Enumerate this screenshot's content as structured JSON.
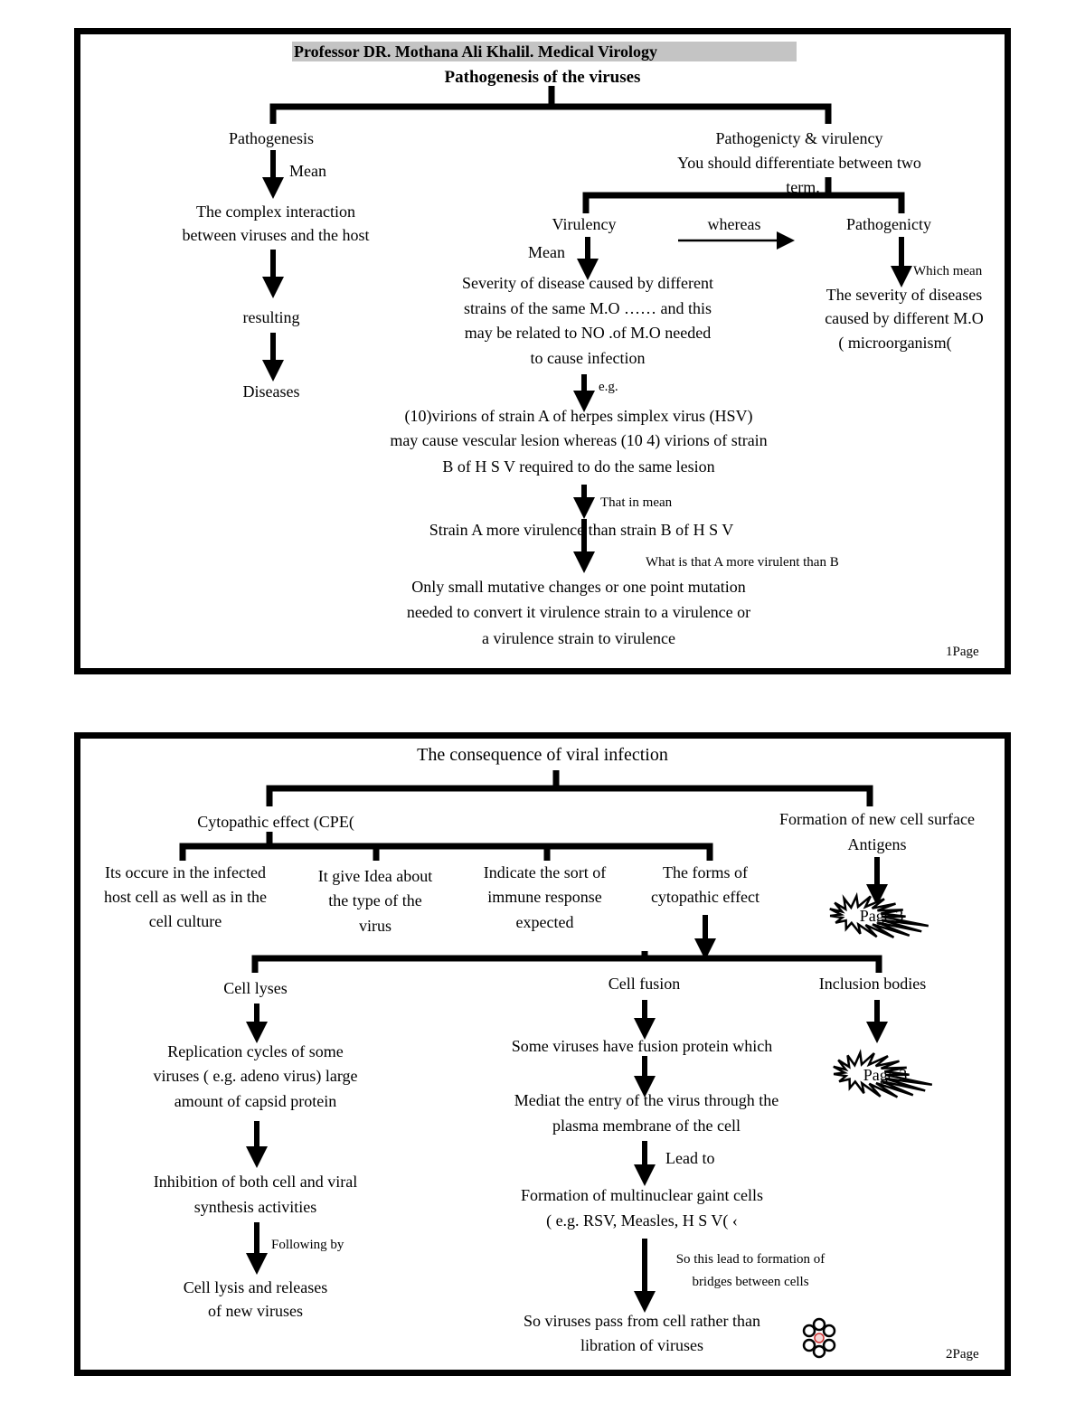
{
  "page1": {
    "header": "Professor DR. Mothana Ali Khalil. Medical Virology",
    "title": "Pathogenesis of the viruses",
    "pathogenesis": {
      "label": "Pathogenesis",
      "mean": "Mean",
      "interaction": [
        "The complex interaction",
        "between viruses and the host"
      ],
      "resulting": "resulting",
      "diseases": "Diseases"
    },
    "right": {
      "label": "Pathogenicty & virulency",
      "differentiate": [
        "You should differentiate between two",
        "term."
      ],
      "virulency": "Virulency",
      "whereas": "whereas",
      "pathogenicty": "Pathogenicty",
      "mean": "Mean",
      "which_mean": "Which mean",
      "severity_def": [
        "Severity of disease caused by different",
        "strains of the same M.O …… and this",
        "may be related to NO .of M.O needed",
        "to cause infection"
      ],
      "path_def": [
        "The severity of diseases",
        "caused by different M.O",
        "( microorganism("
      ],
      "eg": "e.g.",
      "example": [
        "(10)virions of strain A of herpes simplex virus (HSV)",
        "may cause vescular lesion whereas (10 4) virions of strain",
        "B of H S V required to do the same lesion"
      ],
      "that_in_mean": "That in mean",
      "strain_a": "Strain A more virulence than strain B of H S V",
      "what_is": "What is that A more virulent than B",
      "conclusion": [
        "Only small mutative changes or one point mutation",
        "needed to convert it virulence strain to a virulence or",
        "a virulence strain to virulence"
      ]
    },
    "page_no": "1Page"
  },
  "page2": {
    "title": "The consequence of viral infection",
    "cpe": "Cytopathic effect (CPE(",
    "surface": [
      "Formation of new cell surface",
      "Antigens"
    ],
    "occurs": [
      "Its occure in the infected",
      "host cell as well as in the",
      "cell culture"
    ],
    "idea": [
      "It give Idea about",
      "the type of the",
      "virus"
    ],
    "indicate": [
      "Indicate the sort of",
      "immune response",
      "expected"
    ],
    "forms": [
      "The forms of",
      "cytopathic effect"
    ],
    "page3_a": "Page 3",
    "lyses": "Cell lyses",
    "fusion": "Cell fusion",
    "inclusion": "Inclusion bodies",
    "page3_b": "Page 3",
    "replication": [
      "Replication cycles of some",
      "viruses ( e.g. adeno virus) large",
      "amount of capsid protein"
    ],
    "inhibition": [
      "Inhibition of both cell and viral",
      "synthesis activities"
    ],
    "following": "Following by",
    "lysis": [
      "Cell lysis and releases",
      "of new viruses"
    ],
    "fusion_protein": "Some viruses have fusion protein which",
    "mediat": [
      "Mediat the entry of the virus through the",
      "plasma membrane of the cell"
    ],
    "lead_to": "Lead to",
    "gaint": [
      "Formation of multinuclear gaint cells",
      "( e.g. RSV, Measles, H S V( ‹"
    ],
    "so_this": [
      "So this lead to formation of",
      "bridges between cells"
    ],
    "pass": [
      "So viruses pass from cell rather than",
      "libration of viruses"
    ],
    "page_no": "2Page"
  }
}
